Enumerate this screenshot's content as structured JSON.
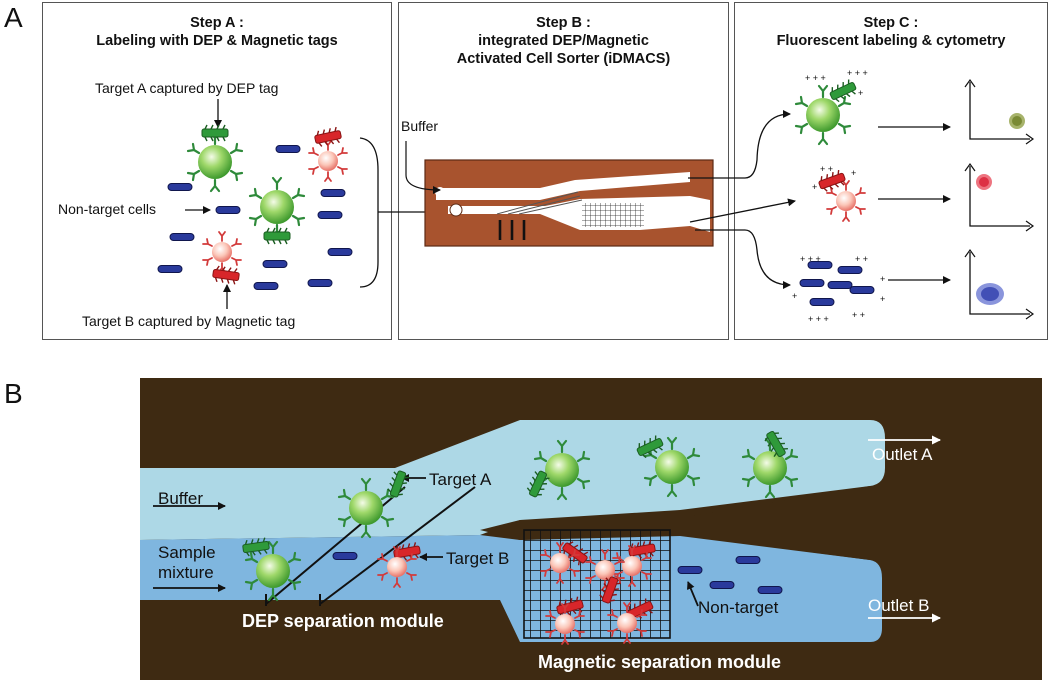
{
  "panels": {
    "a": "A",
    "b": "B"
  },
  "step_a": {
    "title_line1": "Step A :",
    "title_line2": "Labeling with DEP & Magnetic tags",
    "target_a_label": "Target A captured by DEP tag",
    "non_target_label": "Non-target cells",
    "target_b_label": "Target B captured by Magnetic tag"
  },
  "step_b": {
    "title_line1": "Step B :",
    "title_line2": "integrated DEP/Magnetic",
    "title_line3": "Activated Cell Sorter (iDMACS)",
    "buffer_label": "Buffer"
  },
  "step_c": {
    "title_line1": "Step C :",
    "title_line2": "Fluorescent labeling & cytometry"
  },
  "panel_b": {
    "buffer": "Buffer",
    "sample_line1": "Sample",
    "sample_line2": "mixture",
    "target_a": "Target A",
    "target_b": "Target B",
    "outlet_a": "Outlet A",
    "outlet_b": "Outlet B",
    "non_target": "Non-target",
    "dep_module": "DEP separation module",
    "magnetic_module": "Magnetic separation module"
  },
  "colors": {
    "brown": "#3e2a12",
    "chip_brown": "#a8532e",
    "light_blue": "#add8e6",
    "mid_blue": "#7fb6df",
    "green": "#2e9a3a",
    "red": "#d8262a",
    "navy": "#232e8c"
  }
}
